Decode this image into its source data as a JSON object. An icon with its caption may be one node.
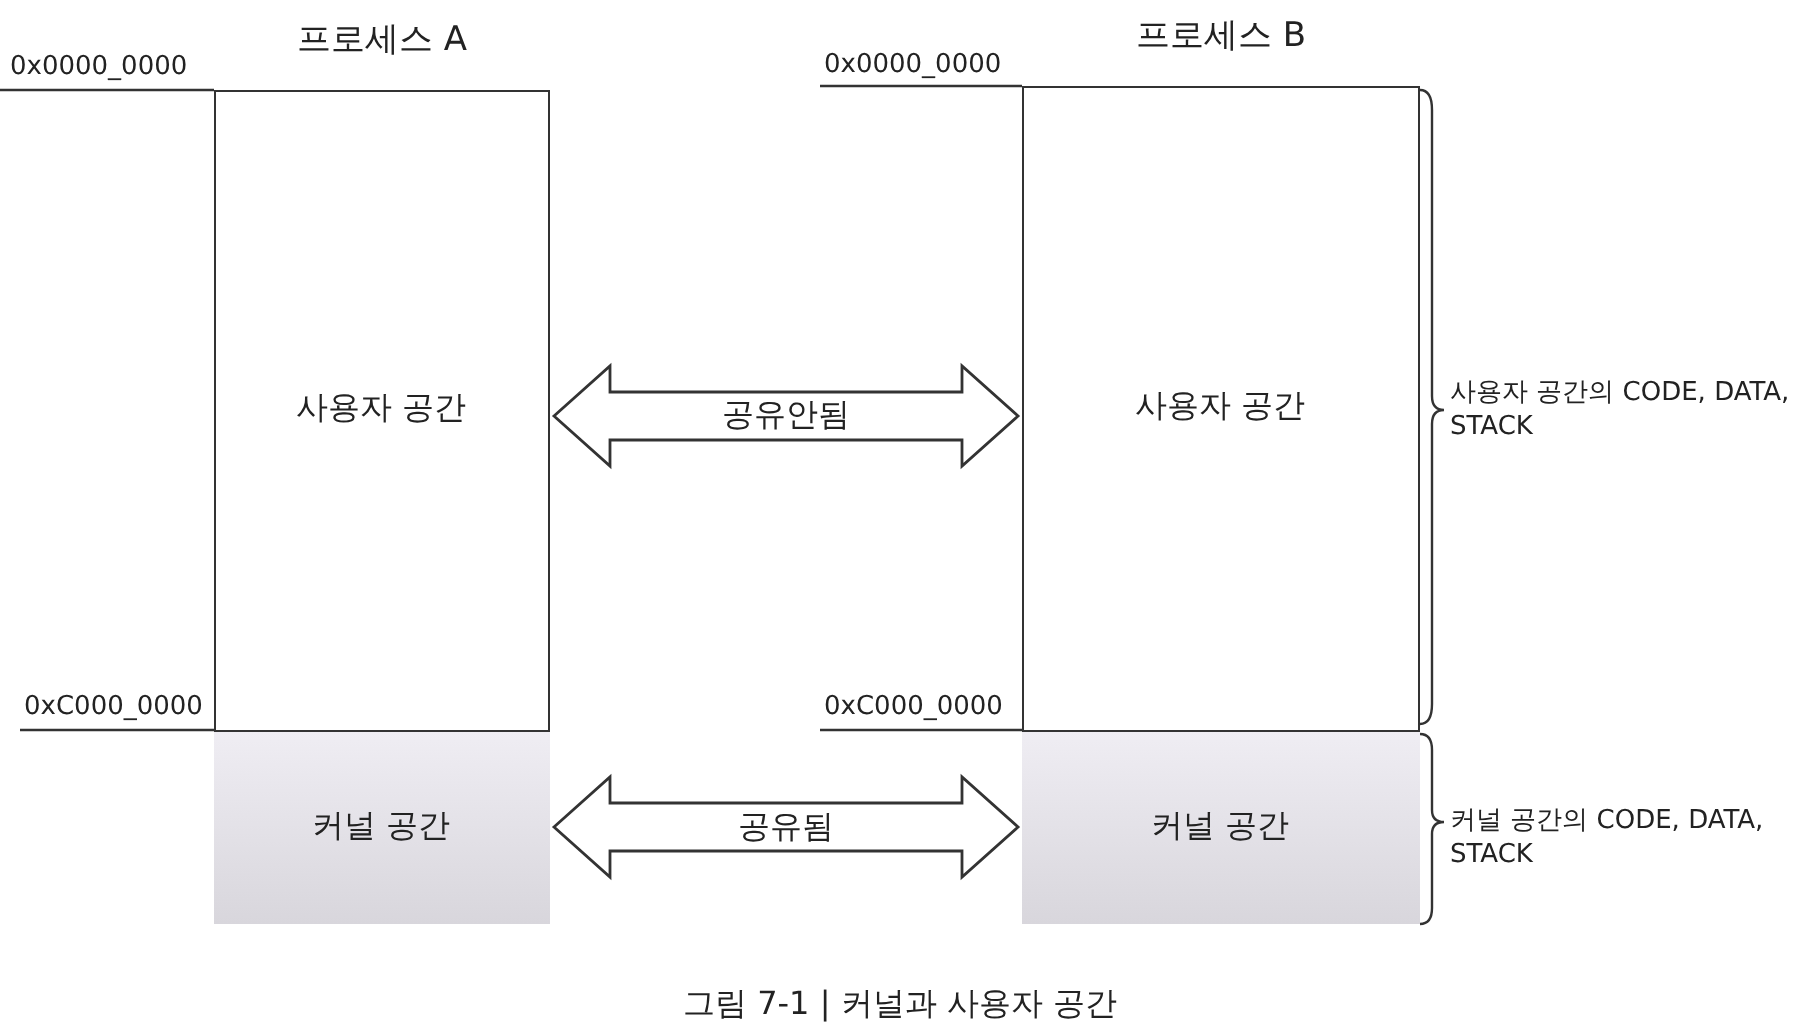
{
  "diagram": {
    "caption": "그림 7-1 | 커널과 사용자 공간",
    "nodes": [
      {
        "text": [
          "프로세스 A"
        ]
      },
      {
        "text": [
          "사용자 공간"
        ],
        "in": 0
      },
      {
        "text": [
          "커널 공간"
        ],
        "in": 0
      },
      {
        "text": [
          "프로세스 B"
        ]
      },
      {
        "text": [
          "사용자 공간"
        ],
        "in": 3
      },
      {
        "text": [
          "커널 공간"
        ],
        "in": 3
      }
    ],
    "edges": [
      {
        "from": 1,
        "to": 4,
        "arrow": "both",
        "label": "공유안됨"
      },
      {
        "from": 2,
        "to": 5,
        "arrow": "both",
        "label": "공유됨"
      }
    ],
    "labels": [
      "0x0000_0000",
      "0x0000_0000",
      "사용자 공간의 CODE, DATA, STACK",
      "0xC000_0000",
      "0xC000_0000",
      "커널 공간의 CODE, DATA, STACK"
    ]
  }
}
